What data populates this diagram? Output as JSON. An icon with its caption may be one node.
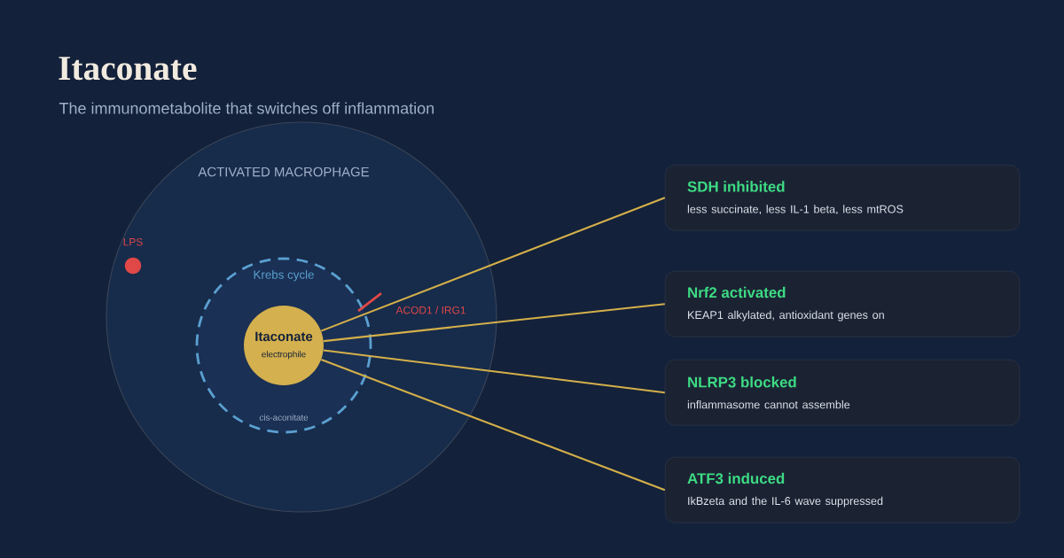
{
  "diagram": {
    "title": "Itaconate",
    "nodes": [
      {
        "text": [
          "ACTIVATED MACROPHAGE"
        ]
      },
      {
        "text": [
          "LPS"
        ],
        "in": 0
      },
      {
        "text": [
          "Krebs cycle",
          "cis-aconitate"
        ],
        "in": 0
      },
      {
        "text": [
          "Itaconate",
          "electrophile"
        ],
        "in": 2
      },
      {
        "text": [
          "SDH inhibited",
          "less succinate, less IL-1 beta, less mtROS"
        ]
      },
      {
        "text": [
          "Nrf2 activated",
          "KEAP1 alkylated, antioxidant genes on"
        ]
      },
      {
        "text": [
          "NLRP3 blocked",
          "inflammasome cannot assemble"
        ]
      },
      {
        "text": [
          "ATF3 induced",
          "IkBzeta and the IL-6 wave suppressed"
        ]
      }
    ],
    "edges": [
      {
        "from": 3,
        "to": 4,
        "arrow": "none"
      },
      {
        "from": 3,
        "to": 5,
        "arrow": "none"
      },
      {
        "from": 3,
        "to": 6,
        "arrow": "none"
      },
      {
        "from": 3,
        "to": 7,
        "arrow": "none"
      }
    ],
    "labels": [
      "The immunometabolite that switches off inflammation",
      "ACOD1 / IRG1"
    ]
  }
}
